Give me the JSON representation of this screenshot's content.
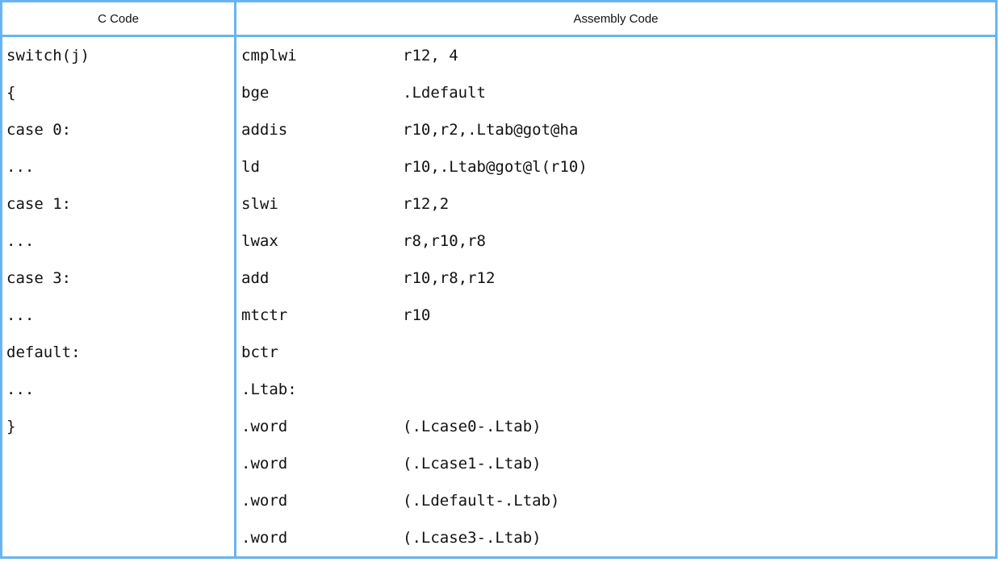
{
  "table": {
    "headers": {
      "c_code": "C Code",
      "assembly_code": "Assembly Code"
    },
    "border_color": "#68b4f2",
    "text_color": "#111111",
    "background_color": "#ffffff",
    "rows": [
      {
        "c": "switch(j)",
        "mnemonic": "cmplwi",
        "operand": "r12, 4"
      },
      {
        "c": "{",
        "mnemonic": "bge",
        "operand": ".Ldefault"
      },
      {
        "c": "case 0:",
        "mnemonic": "addis",
        "operand": "r10,r2,.Ltab@got@ha"
      },
      {
        "c": "...",
        "mnemonic": "ld",
        "operand": "r10,.Ltab@got@l(r10)"
      },
      {
        "c": "case 1:",
        "mnemonic": "slwi",
        "operand": "r12,2"
      },
      {
        "c": "...",
        "mnemonic": "lwax",
        "operand": "r8,r10,r8"
      },
      {
        "c": "case 3:",
        "mnemonic": "add",
        "operand": "r10,r8,r12"
      },
      {
        "c": "...",
        "mnemonic": "mtctr",
        "operand": "r10"
      },
      {
        "c": "default:",
        "mnemonic": "bctr",
        "operand": ""
      },
      {
        "c": "...",
        "mnemonic": ".Ltab:",
        "operand": ""
      },
      {
        "c": "}",
        "mnemonic": ".word",
        "operand": "(.Lcase0-.Ltab)"
      },
      {
        "c": "",
        "mnemonic": ".word",
        "operand": "(.Lcase1-.Ltab)"
      },
      {
        "c": "",
        "mnemonic": ".word",
        "operand": "(.Ldefault-.Ltab)"
      },
      {
        "c": "",
        "mnemonic": ".word",
        "operand": "(.Lcase3-.Ltab)"
      }
    ]
  }
}
